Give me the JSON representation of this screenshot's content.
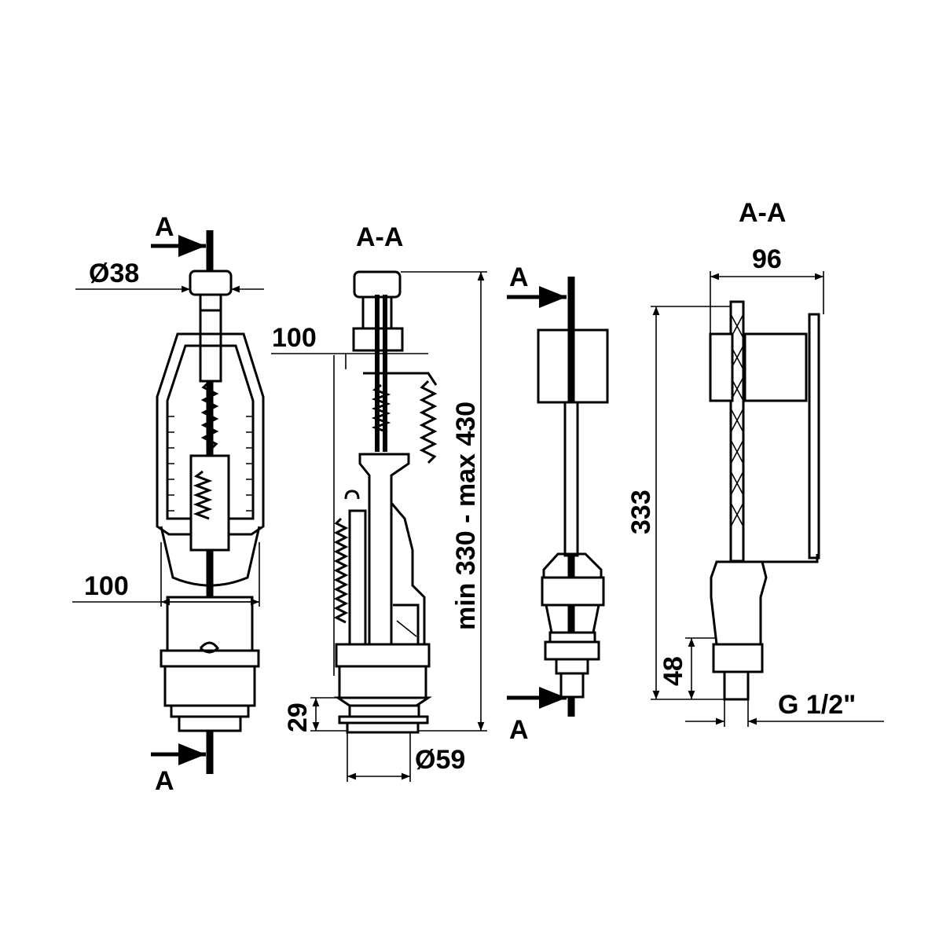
{
  "drawing": {
    "section_marker": "A",
    "section_title": "A-A",
    "flush_valve": {
      "button_diameter": "Ø38",
      "width": "100",
      "height_range": "min 330 - max 430",
      "base_height": "29",
      "outlet_diameter": "Ø59"
    },
    "fill_valve": {
      "width": "96",
      "height": "333",
      "inlet_height": "48",
      "thread": "G 1/2\""
    }
  },
  "colors": {
    "line": "#000000",
    "background": "#ffffff"
  }
}
